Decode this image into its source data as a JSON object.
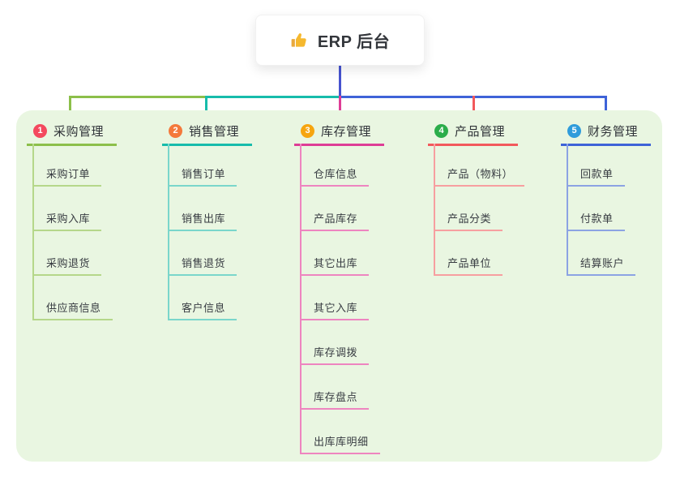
{
  "root": {
    "title": "ERP 后台",
    "icon": "thumbs-up-icon",
    "icon_color": "#F5B82E"
  },
  "canvas": {
    "page_bg": "#FFFFFF",
    "panel_bg": "#E9F6E1"
  },
  "connector": {
    "stem_color": "#4653CF"
  },
  "branches": [
    {
      "index": "1",
      "title": "采购管理",
      "badge_color": "#F4495E",
      "line_color": "#8CBF4A",
      "child_line_color": "#B5D78A",
      "children": [
        "采购订单",
        "采购入库",
        "采购退货",
        "供应商信息"
      ]
    },
    {
      "index": "2",
      "title": "销售管理",
      "badge_color": "#F4793B",
      "line_color": "#17BCAB",
      "child_line_color": "#7AD6CB",
      "children": [
        "销售订单",
        "销售出库",
        "销售退货",
        "客户信息"
      ]
    },
    {
      "index": "3",
      "title": "库存管理",
      "badge_color": "#F6A50F",
      "line_color": "#DE3D96",
      "child_line_color": "#EE85C0",
      "children": [
        "仓库信息",
        "产品库存",
        "其它出库",
        "其它入库",
        "库存调拨",
        "库存盘点",
        "出库库明细"
      ]
    },
    {
      "index": "4",
      "title": "产品管理",
      "badge_color": "#2BAD4A",
      "line_color": "#F2595C",
      "child_line_color": "#F79FA0",
      "children": [
        "产品（物料）",
        "产品分类",
        "产品单位"
      ]
    },
    {
      "index": "5",
      "title": "财务管理",
      "badge_color": "#2F9CDB",
      "line_color": "#3E63D8",
      "child_line_color": "#8CA3E3",
      "children": [
        "回款单",
        "付款单",
        "结算账户"
      ]
    }
  ]
}
